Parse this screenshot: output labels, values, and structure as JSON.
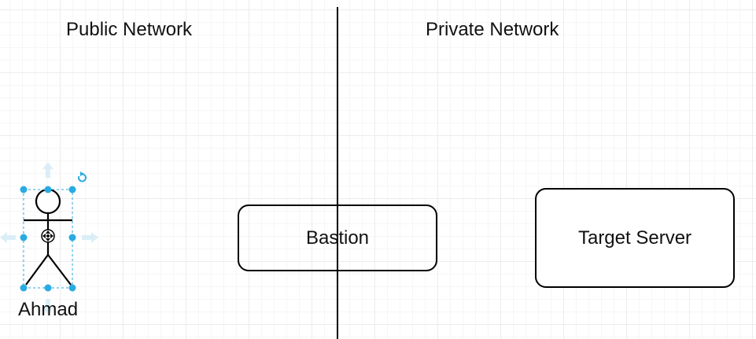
{
  "regions": {
    "public_label": "Public Network",
    "private_label": "Private Network"
  },
  "nodes": {
    "bastion_label": "Bastion",
    "target_label": "Target Server"
  },
  "actor": {
    "name": "Ahmad",
    "selected": true
  },
  "icons": {
    "rotate": "rotate-icon",
    "move": "move-icon",
    "connect_arrows": "arrow-icon"
  },
  "colors": {
    "selection": "#29abe2",
    "line": "#000000",
    "grid": "#ececec"
  }
}
